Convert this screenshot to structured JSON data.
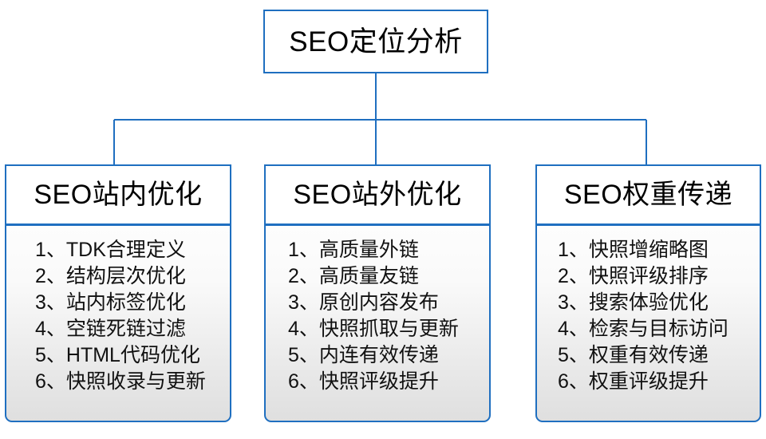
{
  "diagram": {
    "type": "tree",
    "root": {
      "title": "SEO定位分析"
    },
    "accent_color": "#1f6fc0",
    "branch_separator": "、",
    "branches": [
      {
        "title": "SEO站内优化",
        "items": [
          {
            "index": "1、",
            "label": "TDK合理定义"
          },
          {
            "index": "2、",
            "label": "结构层次优化"
          },
          {
            "index": "3、",
            "label": "站内标签优化"
          },
          {
            "index": "4、",
            "label": "空链死链过滤"
          },
          {
            "index": "5、",
            "label": "HTML代码优化"
          },
          {
            "index": "6、",
            "label": "快照收录与更新"
          }
        ]
      },
      {
        "title": "SEO站外优化",
        "items": [
          {
            "index": "1、",
            "label": "高质量外链"
          },
          {
            "index": "2、",
            "label": "高质量友链"
          },
          {
            "index": "3、",
            "label": "原创内容发布"
          },
          {
            "index": "4、",
            "label": "快照抓取与更新"
          },
          {
            "index": "5、",
            "label": "内连有效传递"
          },
          {
            "index": "6、",
            "label": "快照评级提升"
          }
        ]
      },
      {
        "title": "SEO权重传递",
        "items": [
          {
            "index": "1、",
            "label": "快照增缩略图"
          },
          {
            "index": "2、",
            "label": "快照评级排序"
          },
          {
            "index": "3、",
            "label": "搜索体验优化"
          },
          {
            "index": "4、",
            "label": "检索与目标访问"
          },
          {
            "index": "5、",
            "label": "权重有效传递"
          },
          {
            "index": "6、",
            "label": "权重评级提升"
          }
        ]
      }
    ]
  }
}
